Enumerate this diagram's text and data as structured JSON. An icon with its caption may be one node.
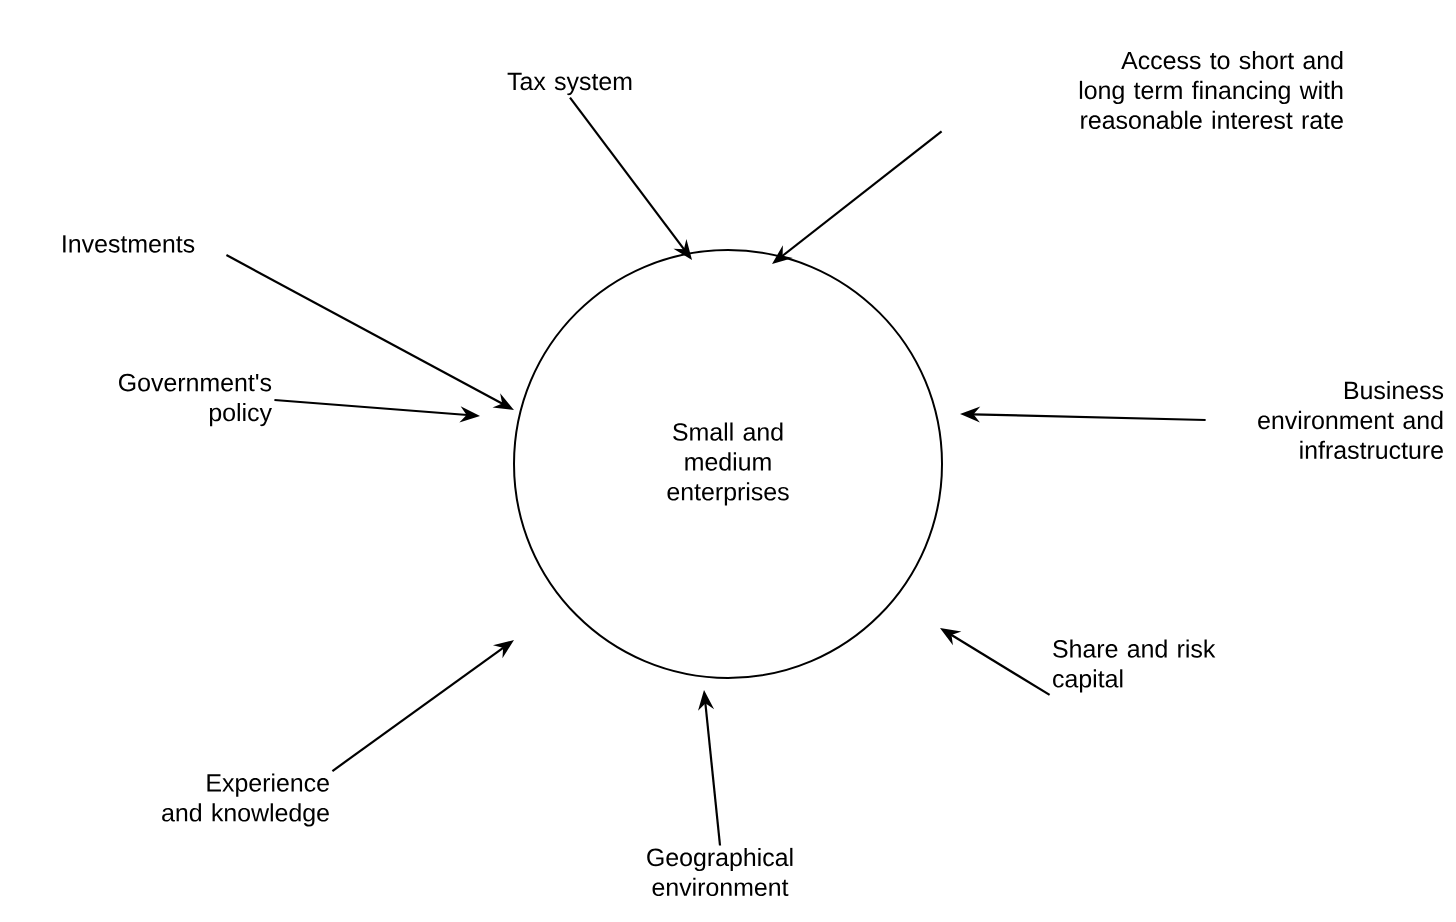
{
  "diagram": {
    "nodes": [
      {
        "text": [
          "Small and medium enterprises"
        ]
      },
      {
        "text": [
          "Tax system"
        ]
      },
      {
        "text": [
          "Access to short and long term financing with reasonable interest rate"
        ]
      },
      {
        "text": [
          "Investments"
        ]
      },
      {
        "text": [
          "Government's policy"
        ]
      },
      {
        "text": [
          "Business environment and infrastructure"
        ]
      },
      {
        "text": [
          "Share and risk capital"
        ]
      },
      {
        "text": [
          "Experience and knowledge"
        ]
      },
      {
        "text": [
          "Geographical environment"
        ]
      }
    ],
    "edges": [
      {
        "from": 1,
        "to": 0,
        "arrow": "to"
      },
      {
        "from": 2,
        "to": 0,
        "arrow": "to"
      },
      {
        "from": 3,
        "to": 0,
        "arrow": "to"
      },
      {
        "from": 4,
        "to": 0,
        "arrow": "to"
      },
      {
        "from": 5,
        "to": 0,
        "arrow": "to"
      },
      {
        "from": 6,
        "to": 0,
        "arrow": "to"
      },
      {
        "from": 7,
        "to": 0,
        "arrow": "to"
      },
      {
        "from": 8,
        "to": 0,
        "arrow": "to"
      }
    ]
  }
}
